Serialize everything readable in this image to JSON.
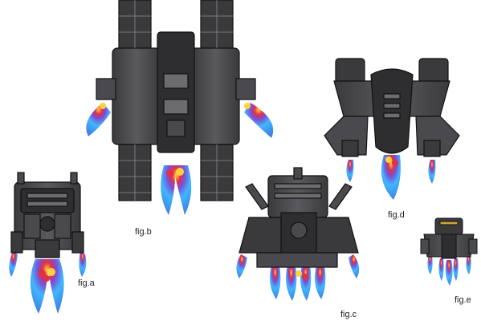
{
  "sheet": {
    "background": "#ffffff",
    "palette": {
      "hull_dark": "#2e2e30",
      "hull_mid": "#4a4a4e",
      "hull_light": "#6c6c70",
      "outline": "#111111",
      "panel_line": "#8a8a8e",
      "flame_outer": "#1f6fe0",
      "flame_inner": "#3fb8ff",
      "flame_core_red": "#e0304a",
      "flame_core_yellow": "#ffd23a",
      "flame_purple": "#7a4fd8",
      "accent_gold": "#c9a33a"
    }
  },
  "figures": [
    {
      "id": "a",
      "label": "fig.a",
      "icon": "compact-gunship-sprite"
    },
    {
      "id": "b",
      "label": "fig.b",
      "icon": "heavy-carrier-sprite"
    },
    {
      "id": "c",
      "label": "fig.c",
      "icon": "armored-cruiser-sprite"
    },
    {
      "id": "d",
      "label": "fig.d",
      "icon": "winged-frigate-sprite"
    },
    {
      "id": "e",
      "label": "fig.e",
      "icon": "small-fighter-sprite"
    }
  ]
}
